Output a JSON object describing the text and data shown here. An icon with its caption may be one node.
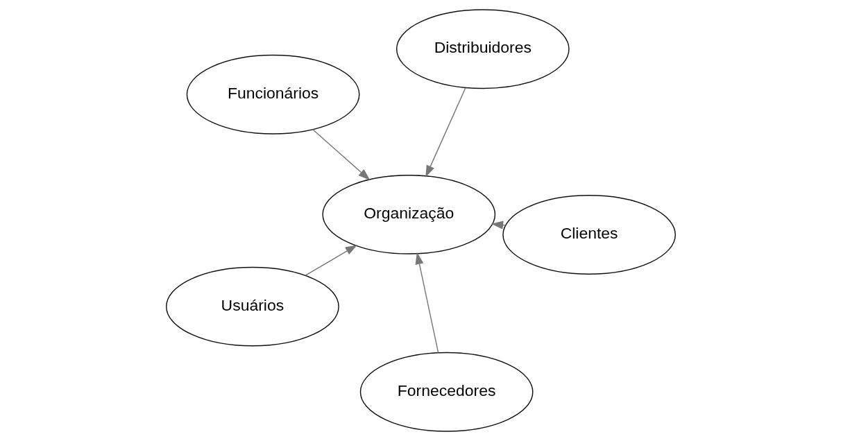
{
  "diagram": {
    "nodes": [
      {
        "text": [
          "Funcionários"
        ]
      },
      {
        "text": [
          "Clientes"
        ]
      },
      {
        "text": [
          "Fornecedores"
        ]
      },
      {
        "text": [
          "Organização"
        ]
      },
      {
        "text": [
          "Distribuidores"
        ]
      },
      {
        "text": [
          "Usuários"
        ]
      }
    ],
    "edges": [
      {
        "from": 0,
        "to": 3,
        "arrow": "to"
      },
      {
        "from": 1,
        "to": 3,
        "arrow": "to"
      },
      {
        "from": 2,
        "to": 3,
        "arrow": "to"
      },
      {
        "from": 4,
        "to": 3,
        "arrow": "to"
      },
      {
        "from": 5,
        "to": 3,
        "arrow": "to"
      }
    ]
  }
}
